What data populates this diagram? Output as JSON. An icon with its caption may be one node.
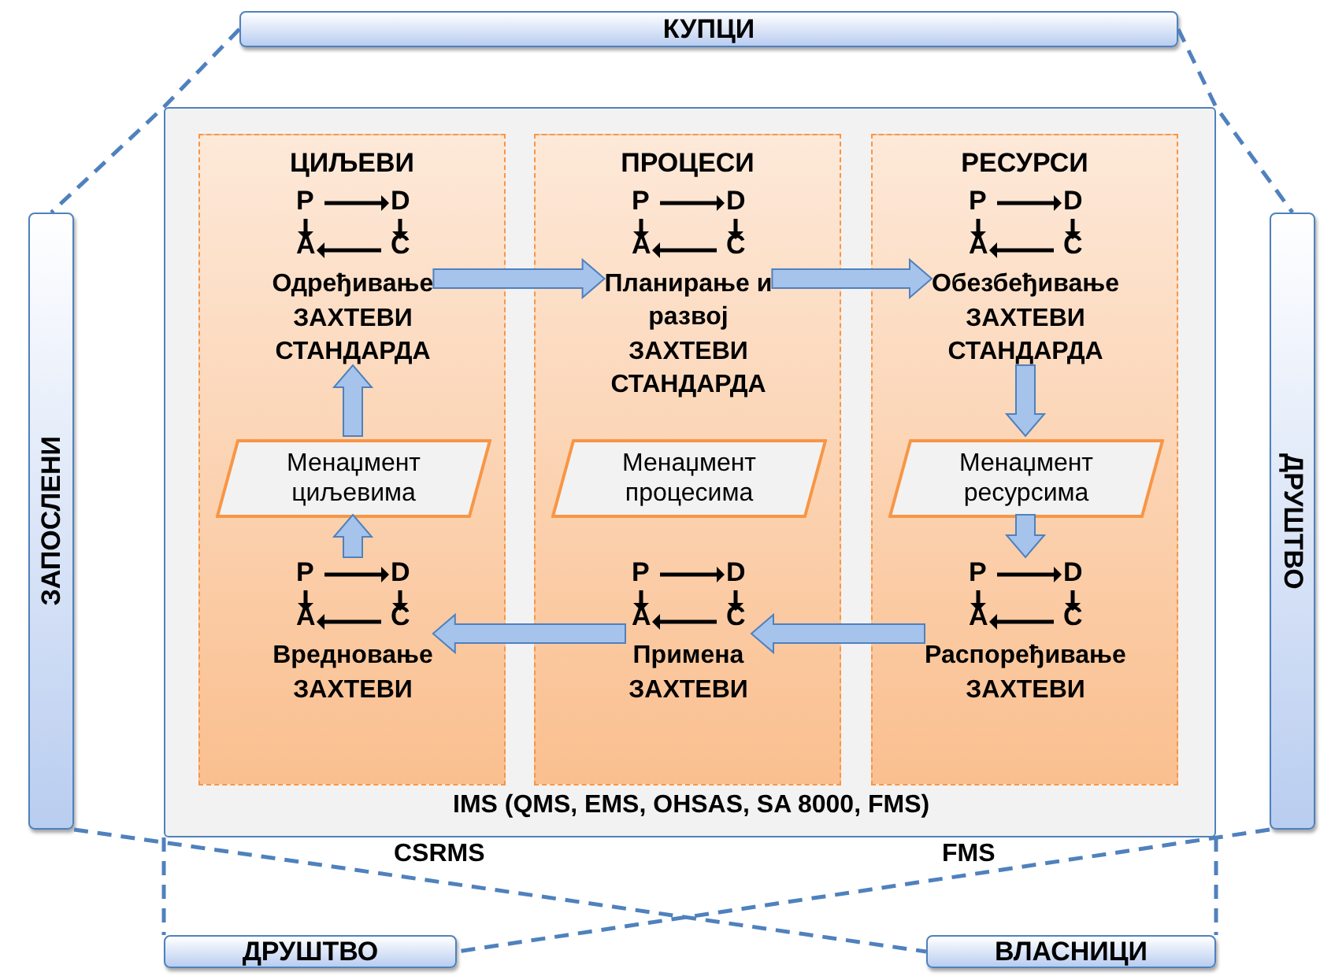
{
  "diagram": {
    "nodes": [
      {
        "text": [
          "КУПЦИ"
        ]
      },
      {
        "text": [
          "ЗАПОСЛЕНИ"
        ]
      },
      {
        "text": [
          "ДРУШТВО"
        ]
      },
      {
        "text": [
          "IMS (QMS, EMS, OHSAS, SA 8000, FMS)"
        ]
      },
      {
        "text": [
          "ЦИЉЕВИ"
        ],
        "in": 3
      },
      {
        "text": [
          "P",
          "D",
          "A",
          "C",
          "Одређивање",
          "ЗАХТЕВИ СТАНДАРДА"
        ],
        "in": 4
      },
      {
        "text": [
          "Менаџмент циљевима"
        ],
        "in": 4
      },
      {
        "text": [
          "P",
          "D",
          "A",
          "C",
          "Вредновање",
          "ЗАХТЕВИ"
        ],
        "in": 4
      },
      {
        "text": [
          "ПРОЦЕСИ"
        ],
        "in": 3
      },
      {
        "text": [
          "P",
          "D",
          "A",
          "C",
          "Планирање и развој",
          "ЗАХТЕВИ СТАНДАРДА"
        ],
        "in": 8
      },
      {
        "text": [
          "Менаџмент процесима"
        ],
        "in": 8
      },
      {
        "text": [
          "P",
          "D",
          "A",
          "C",
          "Примена",
          "ЗАХТЕВИ"
        ],
        "in": 8
      },
      {
        "text": [
          "РЕСУРСИ"
        ],
        "in": 3
      },
      {
        "text": [
          "P",
          "D",
          "A",
          "C",
          "Обезбеђивање",
          "ЗАХТЕВИ СТАНДАРДА"
        ],
        "in": 12
      },
      {
        "text": [
          "Менаџмент ресурсима"
        ],
        "in": 12
      },
      {
        "text": [
          "P",
          "D",
          "A",
          "C",
          "Распоређивање",
          "ЗАХТЕВИ"
        ],
        "in": 12
      },
      {
        "text": [
          "ДРУШТВО"
        ]
      },
      {
        "text": [
          "ВЛАСНИЦИ"
        ]
      }
    ],
    "edges": [
      {
        "from": 5,
        "to": 9,
        "arrow": "to"
      },
      {
        "from": 9,
        "to": 13,
        "arrow": "to"
      },
      {
        "from": 13,
        "to": 14,
        "arrow": "to"
      },
      {
        "from": 14,
        "to": 15,
        "arrow": "to"
      },
      {
        "from": 15,
        "to": 11,
        "arrow": "to"
      },
      {
        "from": 11,
        "to": 7,
        "arrow": "to"
      },
      {
        "from": 7,
        "to": 6,
        "arrow": "to"
      },
      {
        "from": 6,
        "to": 5,
        "arrow": "to"
      },
      {
        "from": 0,
        "to": 1,
        "arrow": "none",
        "style": "dashed",
        "color": "#4f81bd"
      },
      {
        "from": 0,
        "to": 2,
        "arrow": "none",
        "style": "dashed",
        "color": "#4f81bd"
      },
      {
        "from": 1,
        "to": 17,
        "arrow": "none",
        "style": "dashed",
        "color": "#4f81bd"
      },
      {
        "from": 2,
        "to": 16,
        "arrow": "none",
        "style": "dashed",
        "color": "#4f81bd"
      },
      {
        "from": 3,
        "to": 16,
        "arrow": "none",
        "style": "dashed",
        "color": "#4f81bd"
      },
      {
        "from": 3,
        "to": 17,
        "arrow": "none",
        "style": "dashed",
        "color": "#4f81bd"
      }
    ],
    "labels": [
      "CSRMS",
      "FMS"
    ]
  }
}
